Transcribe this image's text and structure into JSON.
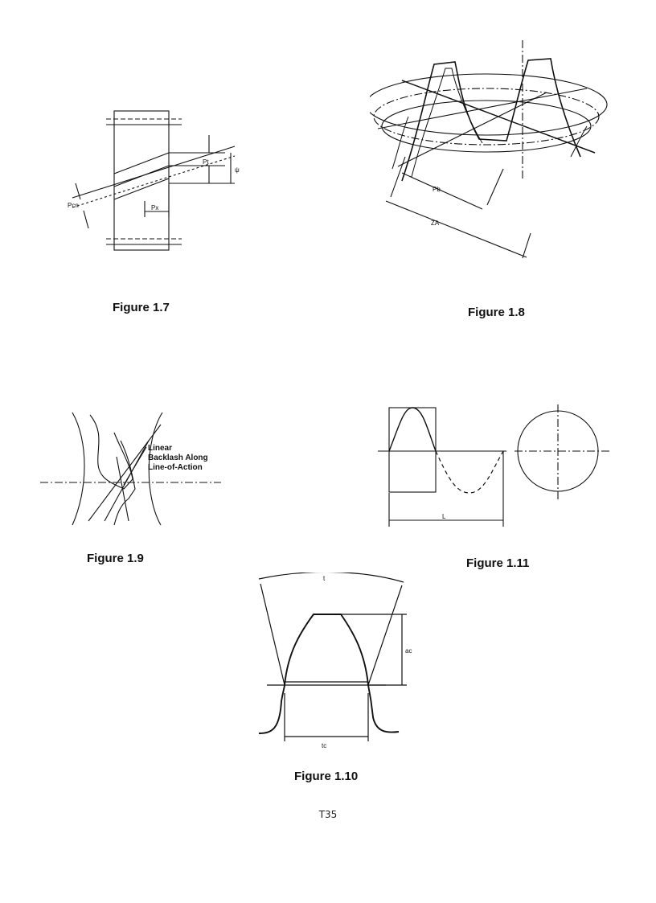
{
  "figures": {
    "fig_1_7": {
      "caption": "Figure 1.7",
      "labels": {
        "pt": "Pt",
        "psi": "ψ",
        "pcn": "Pcn",
        "px": "Px"
      }
    },
    "fig_1_8": {
      "caption": "Figure 1.8",
      "labels": {
        "pb": "Pb",
        "za": "ZA"
      }
    },
    "fig_1_9": {
      "caption": "Figure 1.9",
      "labels": {
        "line1": "Linear",
        "line2": "Backlash Along",
        "line3": "Line-of-Action"
      }
    },
    "fig_1_10": {
      "caption": "Figure 1.10",
      "labels": {
        "t": "t",
        "ac": "ac",
        "tc": "tc"
      }
    },
    "fig_1_11": {
      "caption": "Figure 1.11",
      "labels": {
        "L": "L"
      }
    }
  },
  "page_number": "T35"
}
